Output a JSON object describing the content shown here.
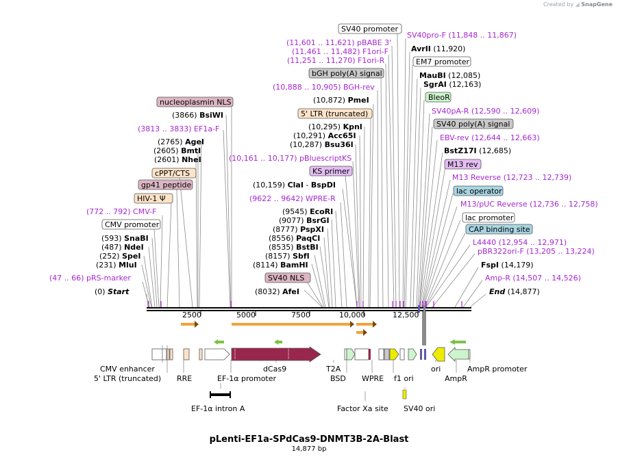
{
  "brand": {
    "prefix": "Created by",
    "name": "SnapGene"
  },
  "plasmid": {
    "name": "pLenti-EF1a-SPdCas9-DNMT3B-2A-Blast",
    "length": "14,877 bp"
  },
  "ticks": [
    "2500",
    "5000",
    "7500",
    "10,000",
    "12,500"
  ],
  "top_labels": [
    {
      "text": "(0)  ",
      "bold": "Start",
      "italic": true
    },
    {
      "text": "(47 .. 66)  pRS-marker",
      "purple": true
    },
    {
      "text": "(231)  ",
      "bold": "MluI"
    },
    {
      "text": "(252)  ",
      "bold": "SpeI"
    },
    {
      "text": "(487)  ",
      "bold": "NdeI"
    },
    {
      "text": "(593)  ",
      "bold": "SnaBI"
    },
    {
      "text": "CMV promoter",
      "box": "#ffffff"
    },
    {
      "text": "(772 .. 792)  CMV-F",
      "purple": true
    },
    {
      "text": "HIV-1 Ψ",
      "box": "#fde3c8"
    },
    {
      "text": "gp41 peptide",
      "box": "#dcb6c3"
    },
    {
      "text": "cPPT/CTS",
      "box": "#fde3c8"
    },
    {
      "text": "(2601)  ",
      "bold": "NheI"
    },
    {
      "text": "(2605)  ",
      "bold": "BmtI"
    },
    {
      "text": "(2765)  ",
      "bold": "AgeI"
    },
    {
      "text": "(3813 .. 3833)  EF1a-F",
      "purple": true
    },
    {
      "text": "(3866)  ",
      "bold": "BsiWI"
    },
    {
      "text": "nucleoplasmin NLS",
      "box": "#dcb6c3"
    },
    {
      "text": "(8032)  ",
      "bold": "AfeI"
    },
    {
      "text": "SV40 NLS",
      "box": "#dcb6c3"
    },
    {
      "text": "(8114)  ",
      "bold": "BamHI"
    },
    {
      "text": "(8157)  ",
      "bold": "SbfI"
    },
    {
      "text": "(8535)  ",
      "bold": "BstBI"
    },
    {
      "text": "(8556)  ",
      "bold": "PaqCI"
    },
    {
      "text": "(8777)  ",
      "bold": "PspXI"
    },
    {
      "text": "(9077)  ",
      "bold": "BsrGI"
    },
    {
      "text": "(9545)  ",
      "bold": "EcoRI"
    },
    {
      "text": "(9622 .. 9642)  WPRE-R",
      "purple": true
    },
    {
      "text": "(10,159)  ",
      "bold": "ClaI",
      "extra": " - ",
      "bold2": "BspDI"
    },
    {
      "text": "KS primer",
      "box": "#e4bdf3"
    },
    {
      "text": "(10,161 .. 10,177)  pBluescriptKS",
      "purple": true
    },
    {
      "text": "(10,287)  ",
      "bold": "Bsu36I"
    },
    {
      "text": "(10,291)  ",
      "bold": "Acc65I"
    },
    {
      "text": "(10,295)  ",
      "bold": "KpnI"
    },
    {
      "text": "5' LTR (truncated)",
      "box": "#fde3c8"
    },
    {
      "text": "(10,872)  ",
      "bold": "PmeI"
    },
    {
      "text": "(10,888 .. 10,905)  BGH-rev",
      "purple": true
    },
    {
      "text": "bGH poly(A) signal",
      "box": "#c9c9c9"
    },
    {
      "text": "(11,251 .. 11,270)  F1ori-R",
      "purple": true
    },
    {
      "text": "(11,461 .. 11,482)  F1ori-F",
      "purple": true
    },
    {
      "text": "(11,601 .. 11,621)  pBABE 3'",
      "purple": true
    },
    {
      "text": "SV40 promoter",
      "box": "#ffffff"
    },
    {
      "text": "SV40pro-F   (11,848 .. 11,867)",
      "purple": true
    },
    {
      "text": "",
      "bold": "AvrII",
      "after": "   (11,920)"
    },
    {
      "text": "EM7 promoter",
      "box": "#ffffff"
    },
    {
      "text": "",
      "bold": "MauBI",
      "after": "   (12,085)"
    },
    {
      "text": "",
      "bold": "SgrAI",
      "after": "   (12,163)"
    },
    {
      "text": "BleoR",
      "box": "#cdf5cd"
    },
    {
      "text": "SV40pA-R   (12,590 .. 12,609)",
      "purple": true
    },
    {
      "text": "SV40 poly(A) signal",
      "box": "#c9c9c9"
    },
    {
      "text": "EBV-rev   (12,644 .. 12,663)",
      "purple": true
    },
    {
      "text": "",
      "bold": "BstZ17I",
      "after": "   (12,685)"
    },
    {
      "text": "M13 rev",
      "box": "#e4bdf3"
    },
    {
      "text": "M13 Reverse   (12,723 .. 12,739)",
      "purple": true
    },
    {
      "text": "lac operator",
      "box": "#a8d5e2"
    },
    {
      "text": "M13/pUC Reverse   (12,736 .. 12,758)",
      "purple": true
    },
    {
      "text": "lac promoter",
      "box": "#ffffff"
    },
    {
      "text": "CAP binding site",
      "box": "#a8d5e2"
    },
    {
      "text": "L4440   (12,954 .. 12,971)",
      "purple": true
    },
    {
      "text": "pBR322ori-F   (13,205 .. 13,224)",
      "purple": true
    },
    {
      "text": "",
      "bold": "FspI",
      "after": "   (14,179)"
    },
    {
      "text": "Amp-R   (14,507 .. 14,526)",
      "purple": true
    },
    {
      "text": "",
      "bold": "End",
      "italic": true,
      "after": "   (14,877)"
    }
  ],
  "feature_labels": [
    "CMV enhancer",
    "5' LTR (truncated)",
    "RRE",
    "EF-1α promoter",
    "dCas9",
    "T2A",
    "BSD",
    "WPRE",
    "f1 ori",
    "ori",
    "AmpR",
    "AmpR promoter",
    "EF-1α intron A",
    "Factor Xa site",
    "SV40 ori"
  ]
}
